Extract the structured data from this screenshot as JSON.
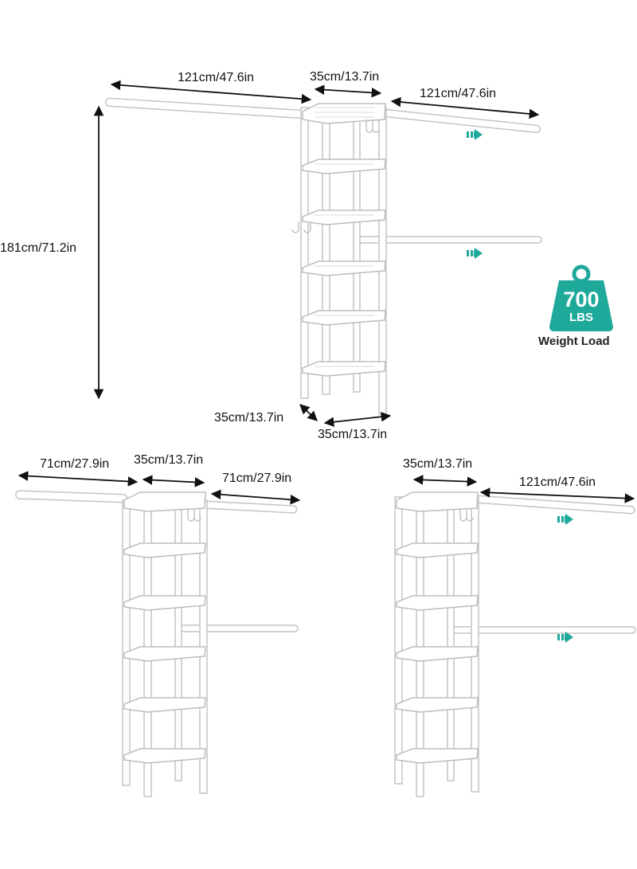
{
  "colors": {
    "frame": "#ffffff",
    "frame_stroke": "#c9c9c9",
    "arrow": "#111111",
    "accent": "#1fa99a"
  },
  "dimensions": {
    "top_left_rod": "121cm/47.6in",
    "top_tower_width": "35cm/13.7in",
    "top_right_rod": "121cm/47.6in",
    "top_height": "181cm/71.2in",
    "top_depth": "35cm/13.7in",
    "top_base_width": "35cm/13.7in",
    "bl_left_rod": "71cm/27.9in",
    "bl_tower_width": "35cm/13.7in",
    "bl_right_rod": "71cm/27.9in",
    "br_tower_width": "35cm/13.7in",
    "br_right_rod": "121cm/47.6in"
  },
  "weight_badge": {
    "value": "700",
    "unit": "LBS",
    "caption": "Weight Load",
    "icon": "weight-icon"
  },
  "icons": {
    "extend": "extend-arrow-icon"
  }
}
